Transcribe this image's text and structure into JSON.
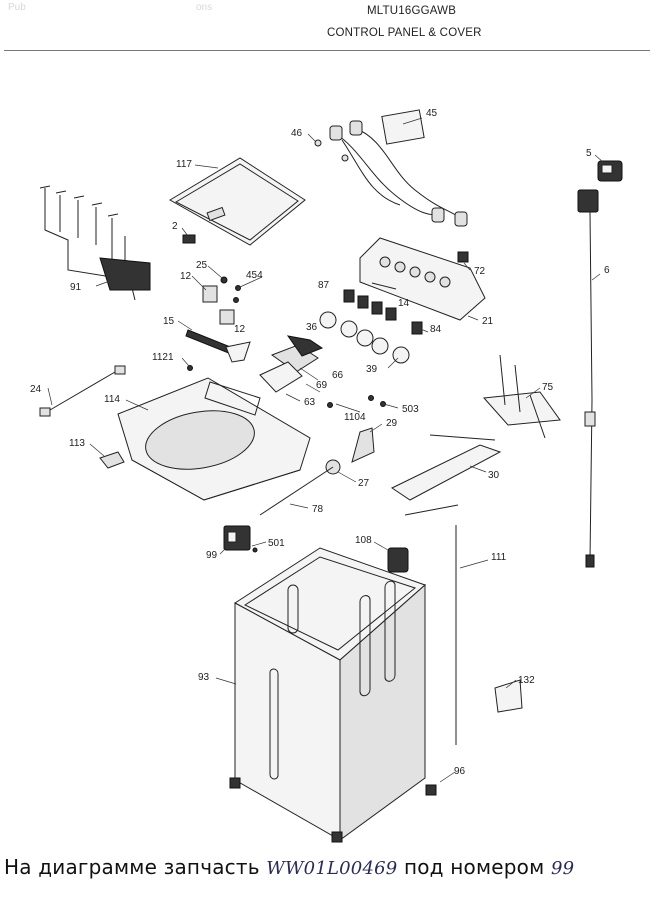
{
  "header": {
    "model": "MLTU16GGAWB",
    "section": "CONTROL PANEL & COVER",
    "faint_left": "Pub",
    "faint_mid": "ons"
  },
  "callouts": [
    "45",
    "46",
    "5",
    "117",
    "2",
    "25",
    "454",
    "12",
    "72",
    "14",
    "87",
    "84",
    "21",
    "6",
    "91",
    "15",
    "36",
    "39",
    "12",
    "69",
    "66",
    "63",
    "1121",
    "1104",
    "503",
    "75",
    "24",
    "114",
    "29",
    "113",
    "27",
    "30",
    "78",
    "501",
    "99",
    "108",
    "111",
    "93",
    "132",
    "96"
  ],
  "caption": {
    "text": "На диаграмме запчасть",
    "part_number": "WW01L00469",
    "middle": "под номером",
    "callout": "99"
  }
}
